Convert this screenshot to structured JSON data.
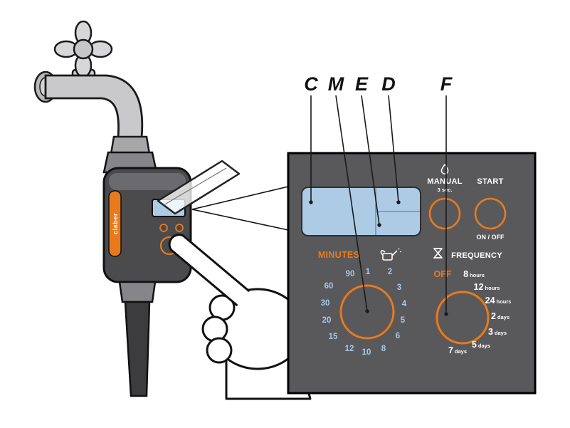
{
  "colors": {
    "accent_orange": "#e87a1c",
    "lcd_blue": "#aecbe6",
    "panel_gray": "#59595c"
  },
  "callouts": {
    "c": "C",
    "m": "M",
    "e": "E",
    "d": "D",
    "f": "F"
  },
  "device": {
    "brand": "claber"
  },
  "panel": {
    "manual": {
      "icon": "water-drop-icon",
      "label": "MANUAL",
      "sub": "3 sec."
    },
    "start": {
      "label": "START",
      "sub": "ON / OFF"
    },
    "minutes": {
      "icon": "watering-can-icon",
      "label": "MINUTES",
      "values": [
        "90",
        "1",
        "2",
        "3",
        "4",
        "5",
        "6",
        "8",
        "10",
        "12",
        "15",
        "20",
        "30",
        "60"
      ]
    },
    "frequency": {
      "icon": "hourglass-icon",
      "label": "FREQUENCY",
      "off": "OFF",
      "options": [
        {
          "num": "8",
          "unit": "hours"
        },
        {
          "num": "12",
          "unit": "hours"
        },
        {
          "num": "24",
          "unit": "hours"
        },
        {
          "num": "2",
          "unit": "days"
        },
        {
          "num": "3",
          "unit": "days"
        },
        {
          "num": "5",
          "unit": "days"
        },
        {
          "num": "7",
          "unit": "days"
        }
      ]
    }
  }
}
